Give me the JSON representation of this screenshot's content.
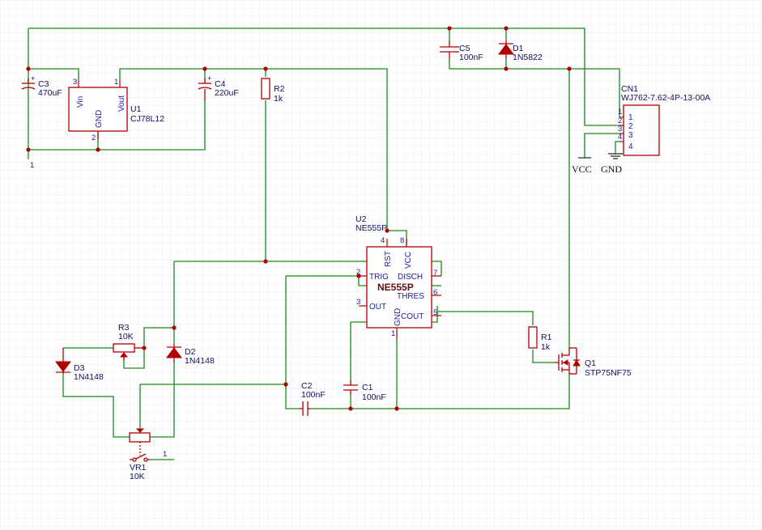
{
  "components": {
    "c3": {
      "ref": "C3",
      "value": "470uF"
    },
    "u1": {
      "ref": "U1",
      "value": "CJ78L12",
      "pin_vin": "Vin",
      "pin_gnd": "GND",
      "pin_vout": "Vout",
      "pin1": "1",
      "pin2": "2",
      "pin3": "3"
    },
    "c4": {
      "ref": "C4",
      "value": "220uF"
    },
    "r2": {
      "ref": "R2",
      "value": "1k"
    },
    "c5": {
      "ref": "C5",
      "value": "100nF"
    },
    "d1": {
      "ref": "D1",
      "value": "1N5822"
    },
    "cn1": {
      "ref": "CN1",
      "value": "WJ762-7.62-4P-13-00A",
      "pins": [
        "1",
        "2",
        "3",
        "4"
      ],
      "outer_pins": [
        "1",
        "2",
        "3",
        "4"
      ]
    },
    "u2": {
      "ref": "U2",
      "value": "NE555P",
      "center_label": "NE555P",
      "pins": {
        "rst": "RST",
        "vcc": "VCC",
        "trig": "TRIG",
        "disch": "DISCH",
        "thres": "THRES",
        "out": "OUT",
        "cout": "COUT",
        "gnd": "GND"
      },
      "pinnums": {
        "p1": "1",
        "p2": "2",
        "p3": "3",
        "p4": "4",
        "p5": "5",
        "p6": "6",
        "p7": "7",
        "p8": "8"
      }
    },
    "r3": {
      "ref": "R3",
      "value": "10K"
    },
    "d2": {
      "ref": "D2",
      "value": "1N4148"
    },
    "d3": {
      "ref": "D3",
      "value": "1N4148"
    },
    "vr1": {
      "ref": "VR1",
      "value": "10K",
      "pin1": "1"
    },
    "c2": {
      "ref": "C2",
      "value": "100nF"
    },
    "c1": {
      "ref": "C1",
      "value": "100nF"
    },
    "r1": {
      "ref": "R1",
      "value": "1k"
    },
    "q1": {
      "ref": "Q1",
      "value": "STP75NF75"
    }
  },
  "power": {
    "vcc": "VCC",
    "gnd": "GND",
    "input_pin": "1"
  },
  "colors": {
    "wire": "#1a8a1a",
    "component": "#b00000",
    "label": "#101060",
    "grid": "#e4e4e4"
  }
}
